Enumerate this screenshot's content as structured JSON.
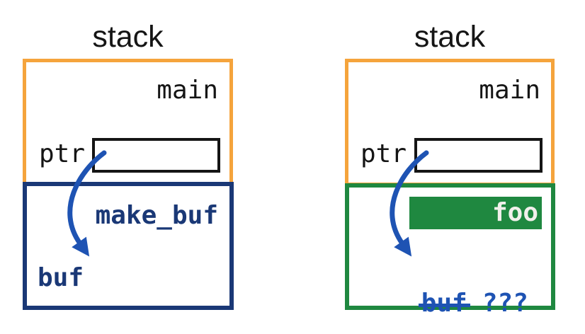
{
  "colors": {
    "orange": "#F5A43C",
    "navy": "#1A3876",
    "green": "#1F8840",
    "blue": "#1E53B3",
    "badge_text": "#F1F0EB",
    "ink": "#151515"
  },
  "left_panel": {
    "title": "stack",
    "caller_frame": {
      "function_name": "main",
      "variable_name": "ptr",
      "variable_value": ""
    },
    "callee_frame": {
      "function_name": "make_buf",
      "variable_name": "buf"
    }
  },
  "right_panel": {
    "title": "stack",
    "caller_frame": {
      "function_name": "main",
      "variable_name": "ptr",
      "variable_value": ""
    },
    "callee_frame": {
      "badge_label": "foo",
      "variable_name": "buf",
      "variable_status": "???"
    }
  }
}
